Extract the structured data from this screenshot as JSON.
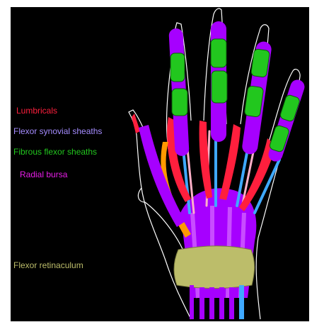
{
  "labels": {
    "lumbricals": "Lumbricals",
    "flexor_synovial_sheaths": "Flexor synovial sheaths",
    "fibrous_flexor_sheaths": "Fibrous flexor sheaths",
    "radial_bursa": "Radial bursa",
    "flexor_retinaculum": "Flexor retinaculum"
  },
  "colors": {
    "background": "#000000",
    "outline": "#ffffff",
    "lumbricals": "#ff1f3d",
    "flexor_synovial_sheaths": "#a58cff",
    "fibrous_flexor_sheaths": "#22c71e",
    "radial_bursa": "#e81ee8",
    "flexor_retinaculum": "#bcbd6a",
    "synovial_fill": "#a600ff",
    "tendon_blue": "#3fa9ff",
    "tendon_pink": "#ffb0c8",
    "orange": "#ff9900"
  }
}
